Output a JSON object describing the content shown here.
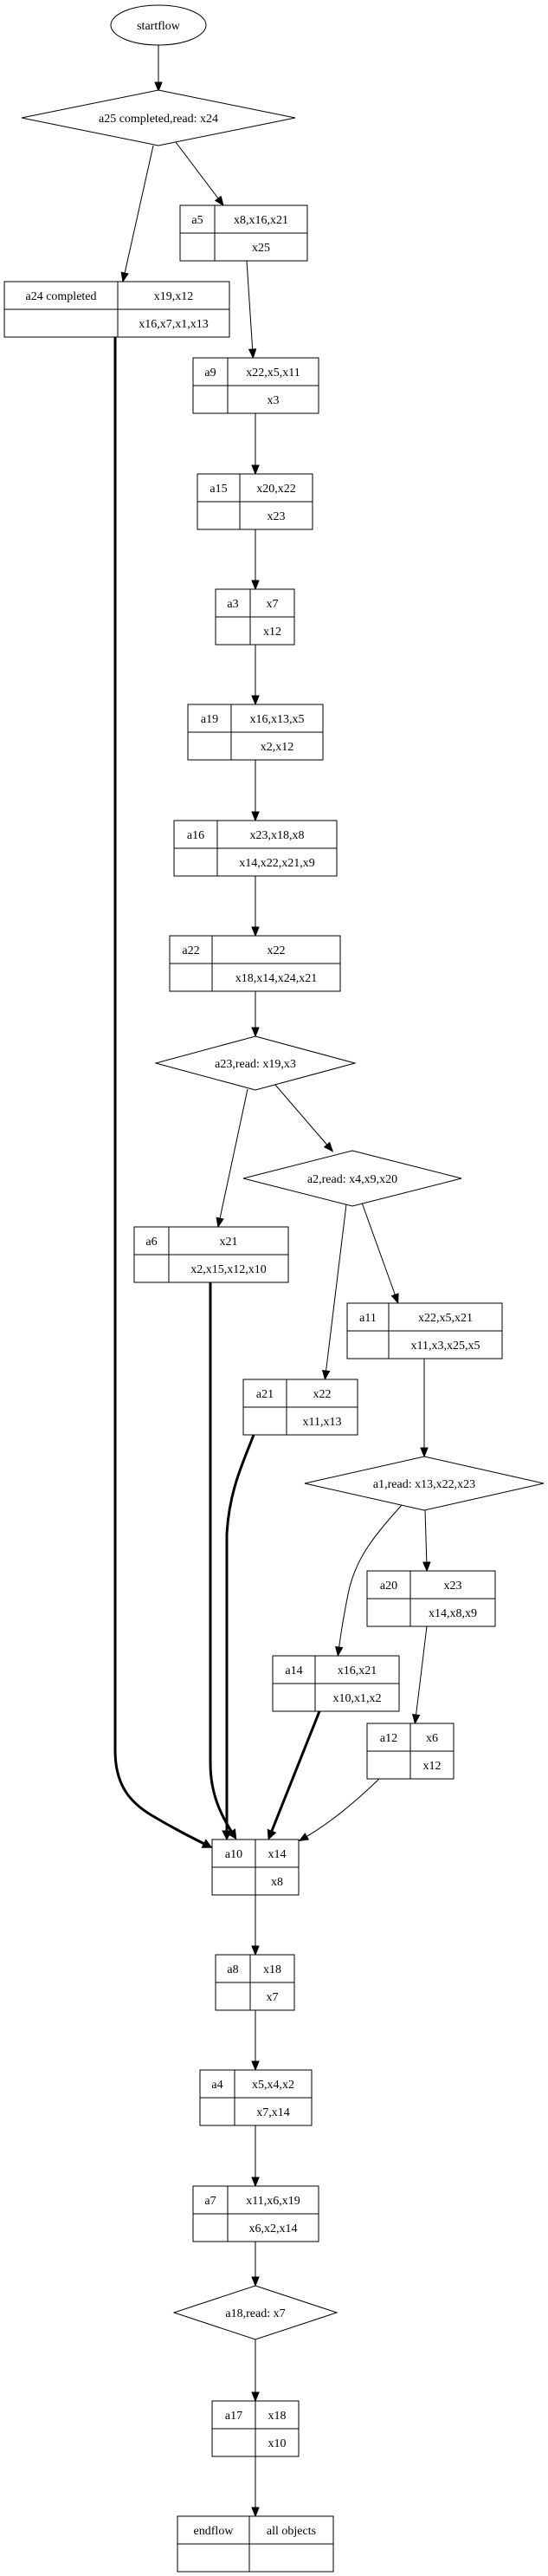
{
  "diagram": {
    "type": "flowchart",
    "nodes": {
      "startflow": {
        "shape": "ellipse",
        "label": "startflow"
      },
      "a25": {
        "shape": "diamond",
        "label": "a25 completed,read: x24"
      },
      "a5": {
        "shape": "record",
        "name": "a5",
        "top": "x8,x16,x21",
        "bottom": "x25"
      },
      "a24": {
        "shape": "record",
        "name": "a24 completed",
        "top": "x19,x12",
        "bottom": "x16,x7,x1,x13"
      },
      "a9": {
        "shape": "record",
        "name": "a9",
        "top": "x22,x5,x11",
        "bottom": "x3"
      },
      "a15": {
        "shape": "record",
        "name": "a15",
        "top": "x20,x22",
        "bottom": "x23"
      },
      "a3": {
        "shape": "record",
        "name": "a3",
        "top": "x7",
        "bottom": "x12"
      },
      "a19": {
        "shape": "record",
        "name": "a19",
        "top": "x16,x13,x5",
        "bottom": "x2,x12"
      },
      "a16": {
        "shape": "record",
        "name": "a16",
        "top": "x23,x18,x8",
        "bottom": "x14,x22,x21,x9"
      },
      "a22": {
        "shape": "record",
        "name": "a22",
        "top": "x22",
        "bottom": "x18,x14,x24,x21"
      },
      "a23": {
        "shape": "diamond",
        "label": "a23,read: x19,x3"
      },
      "a2": {
        "shape": "diamond",
        "label": "a2,read: x4,x9,x20"
      },
      "a6": {
        "shape": "record",
        "name": "a6",
        "top": "x21",
        "bottom": "x2,x15,x12,x10"
      },
      "a11": {
        "shape": "record",
        "name": "a11",
        "top": "x22,x5,x21",
        "bottom": "x11,x3,x25,x5"
      },
      "a21": {
        "shape": "record",
        "name": "a21",
        "top": "x22",
        "bottom": "x11,x13"
      },
      "a1": {
        "shape": "diamond",
        "label": "a1,read: x13,x22,x23"
      },
      "a20": {
        "shape": "record",
        "name": "a20",
        "top": "x23",
        "bottom": "x14,x8,x9"
      },
      "a14": {
        "shape": "record",
        "name": "a14",
        "top": "x16,x21",
        "bottom": "x10,x1,x2"
      },
      "a12": {
        "shape": "record",
        "name": "a12",
        "top": "x6",
        "bottom": "x12"
      },
      "a10": {
        "shape": "record",
        "name": "a10",
        "top": "x14",
        "bottom": "x8"
      },
      "a8": {
        "shape": "record",
        "name": "a8",
        "top": "x18",
        "bottom": "x7"
      },
      "a4": {
        "shape": "record",
        "name": "a4",
        "top": "x5,x4,x2",
        "bottom": "x7,x14"
      },
      "a7": {
        "shape": "record",
        "name": "a7",
        "top": "x11,x6,x19",
        "bottom": "x6,x2,x14"
      },
      "a18": {
        "shape": "diamond",
        "label": "a18,read: x7"
      },
      "a17": {
        "shape": "record",
        "name": "a17",
        "top": "x18",
        "bottom": "x10"
      },
      "endflow": {
        "shape": "record",
        "name": "endflow",
        "top": "all objects",
        "bottom": ""
      }
    },
    "edges": [
      {
        "from": "startflow",
        "to": "a25",
        "style": "normal"
      },
      {
        "from": "a25",
        "to": "a24",
        "style": "normal"
      },
      {
        "from": "a25",
        "to": "a5",
        "style": "normal"
      },
      {
        "from": "a5",
        "to": "a9",
        "style": "normal"
      },
      {
        "from": "a9",
        "to": "a15",
        "style": "normal"
      },
      {
        "from": "a15",
        "to": "a3",
        "style": "normal"
      },
      {
        "from": "a3",
        "to": "a19",
        "style": "normal"
      },
      {
        "from": "a19",
        "to": "a16",
        "style": "normal"
      },
      {
        "from": "a16",
        "to": "a22",
        "style": "normal"
      },
      {
        "from": "a22",
        "to": "a23",
        "style": "normal"
      },
      {
        "from": "a23",
        "to": "a6",
        "style": "normal"
      },
      {
        "from": "a23",
        "to": "a2",
        "style": "normal"
      },
      {
        "from": "a2",
        "to": "a21",
        "style": "normal"
      },
      {
        "from": "a2",
        "to": "a11",
        "style": "normal"
      },
      {
        "from": "a11",
        "to": "a1",
        "style": "normal"
      },
      {
        "from": "a1",
        "to": "a14",
        "style": "normal"
      },
      {
        "from": "a1",
        "to": "a20",
        "style": "normal"
      },
      {
        "from": "a20",
        "to": "a12",
        "style": "normal"
      },
      {
        "from": "a24",
        "to": "a10",
        "style": "bold"
      },
      {
        "from": "a6",
        "to": "a10",
        "style": "bold"
      },
      {
        "from": "a21",
        "to": "a10",
        "style": "bold"
      },
      {
        "from": "a14",
        "to": "a10",
        "style": "bold"
      },
      {
        "from": "a12",
        "to": "a10",
        "style": "normal"
      },
      {
        "from": "a10",
        "to": "a8",
        "style": "normal"
      },
      {
        "from": "a8",
        "to": "a4",
        "style": "normal"
      },
      {
        "from": "a4",
        "to": "a7",
        "style": "normal"
      },
      {
        "from": "a7",
        "to": "a18",
        "style": "normal"
      },
      {
        "from": "a18",
        "to": "a17",
        "style": "normal"
      },
      {
        "from": "a17",
        "to": "endflow",
        "style": "normal"
      }
    ]
  }
}
